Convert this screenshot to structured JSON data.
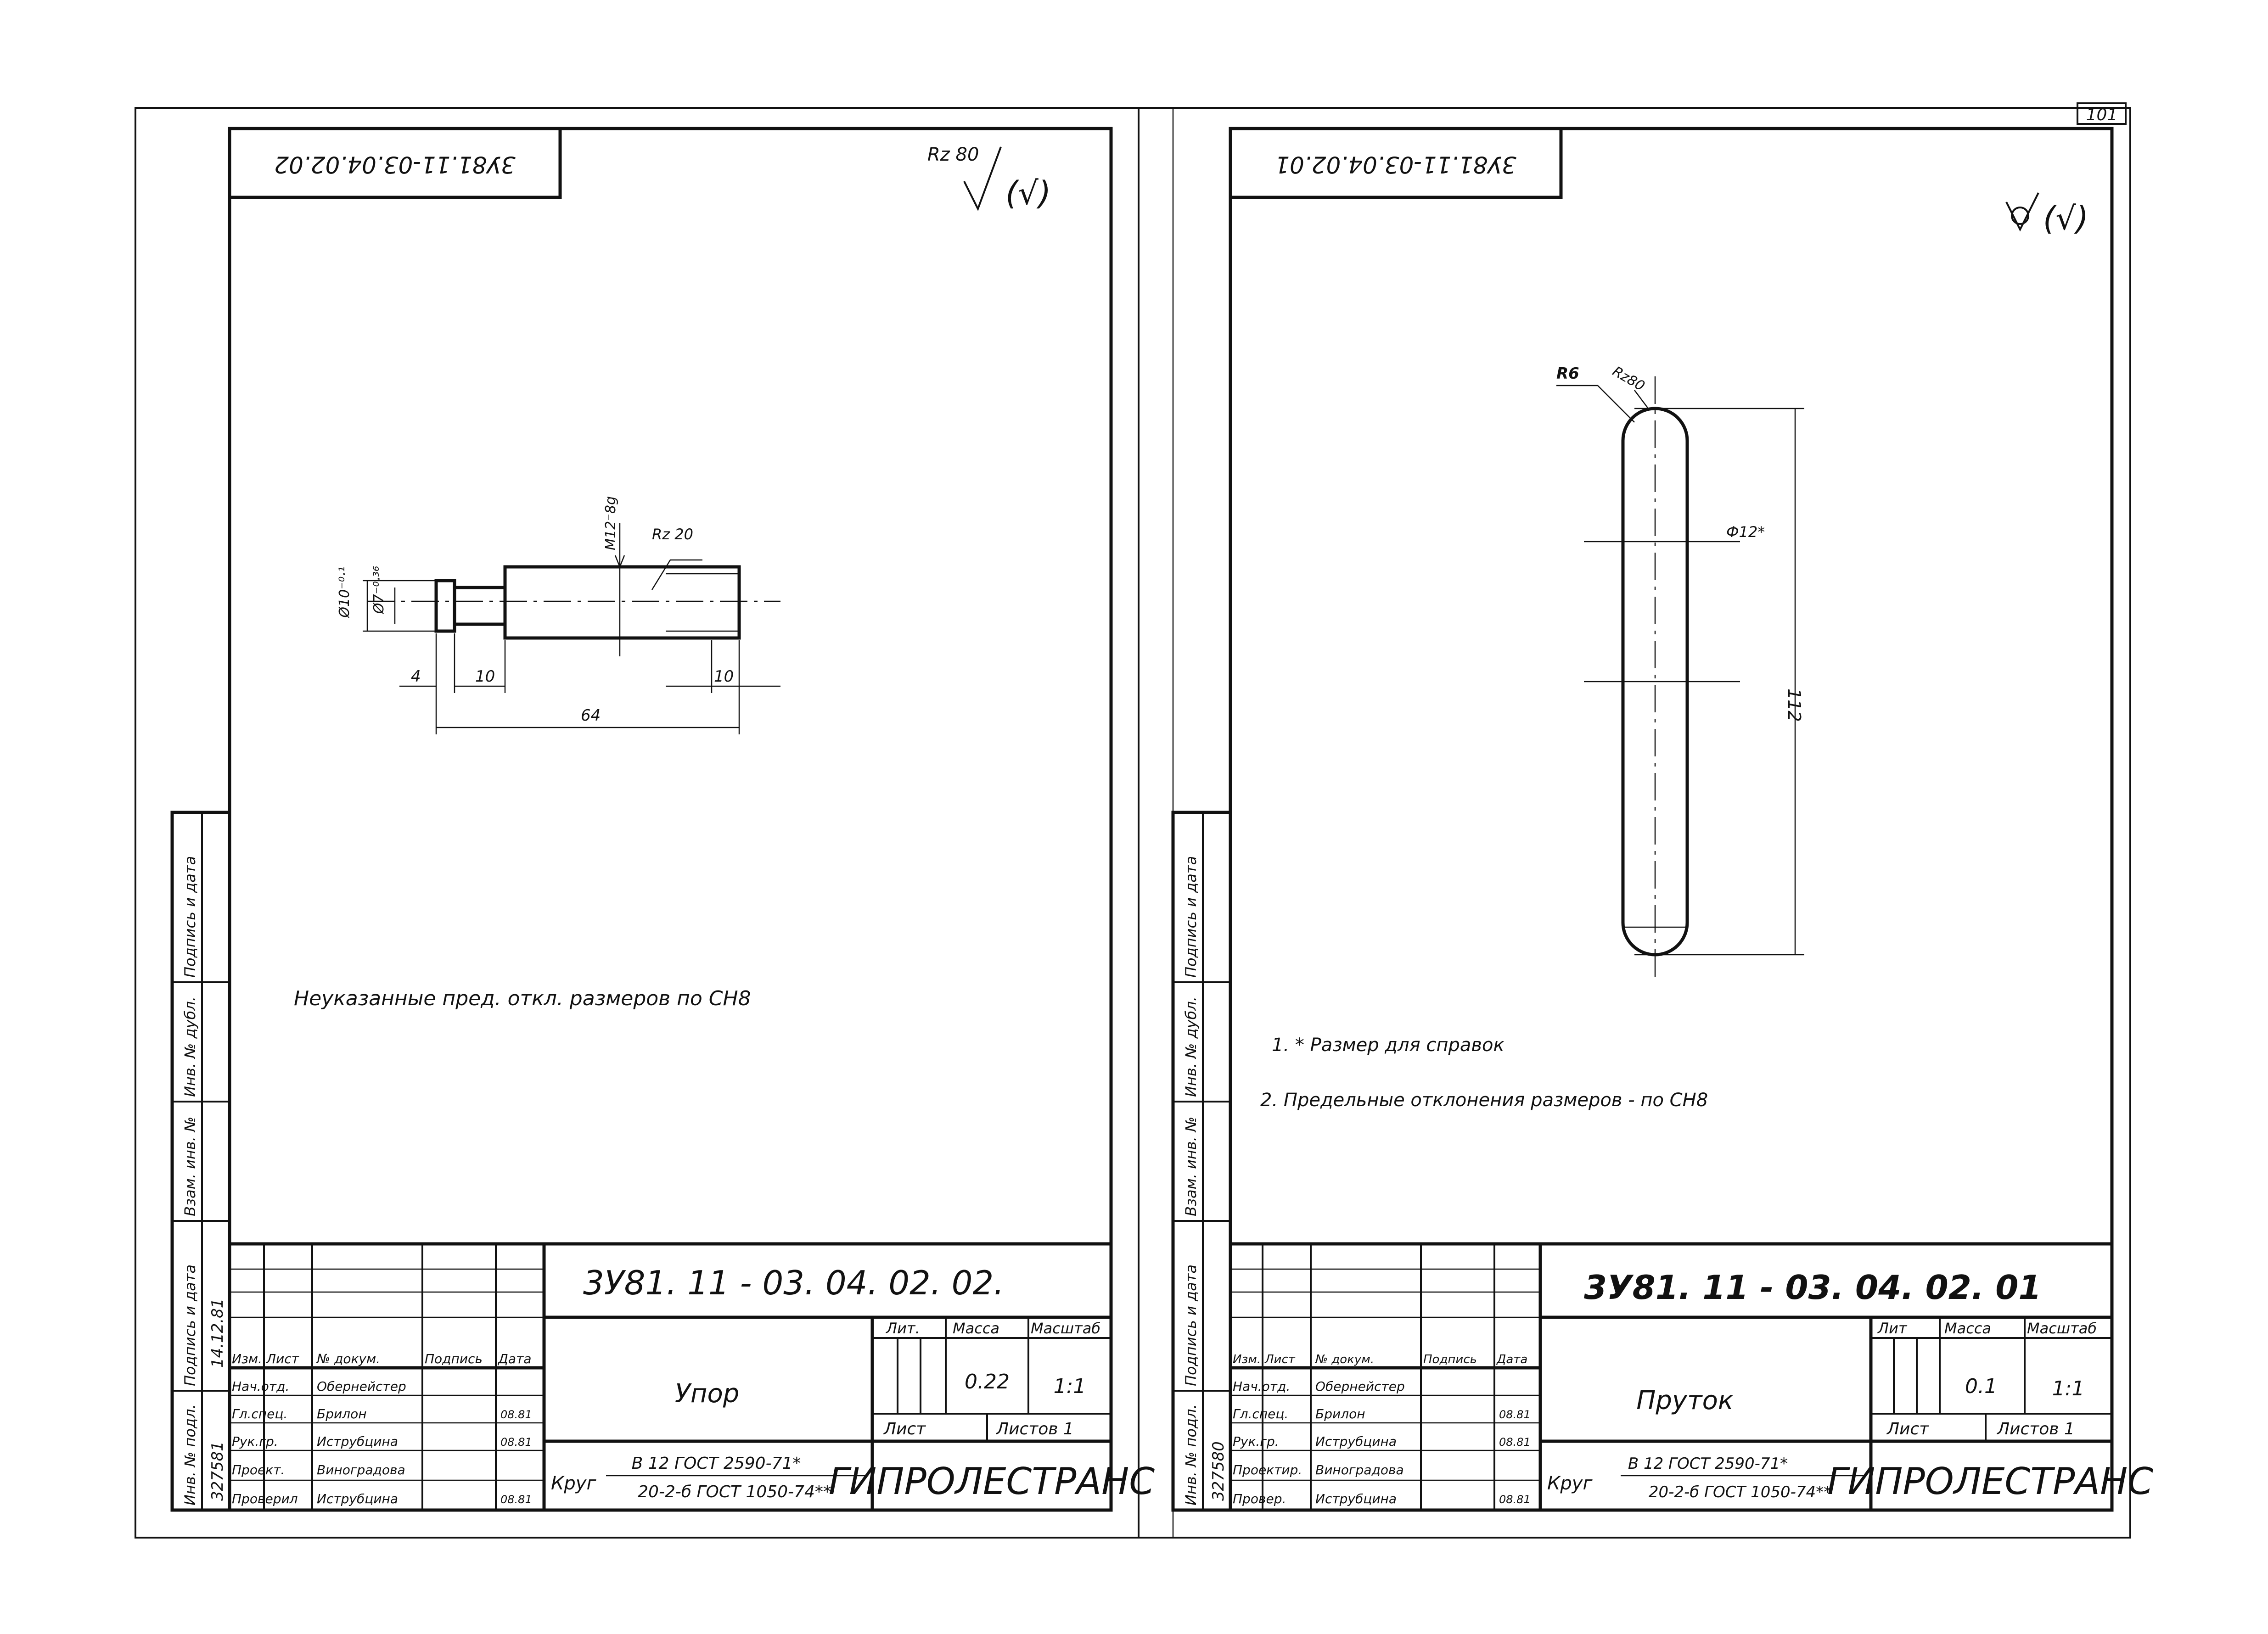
{
  "page_number": "101",
  "sheets": [
    {
      "id": "left",
      "corner_code": "3У81.11-03.04.02.02",
      "roughness_mark": "Rz 80",
      "roughness_suffix": "(√)",
      "drawing": {
        "dims": {
          "d10": "Ø10⁻⁰·¹",
          "d7": "Ø7⁻⁰·³⁶",
          "thread": "M12⁻8g",
          "rz": "Rz 20",
          "l4": "4",
          "l10a": "10",
          "l10b": "10",
          "l64": "64"
        }
      },
      "note": "Неуказанные пред. откл. размеров по СН8",
      "side_stamp": {
        "labels": [
          "Инв. № подл.",
          "Подпись и дата",
          "Взам. инв. №",
          "Инв. № дубл.",
          "Подпись и дата"
        ],
        "inv_number": "327581",
        "date_sign": "14.12.81"
      },
      "title_block": {
        "code": "3У81. 11 - 03. 04. 02. 02.",
        "headers": [
          "Изм.",
          "Лист",
          "№ докум.",
          "Подпись",
          "Дата"
        ],
        "rows": [
          {
            "role": "Нач.отд.",
            "name": "Обернейстер",
            "date": ""
          },
          {
            "role": "Гл.спец.",
            "name": "Брилон",
            "date": "08.81"
          },
          {
            "role": "Рук.гр.",
            "name": "Иструбцина",
            "date": "08.81"
          },
          {
            "role": "Проект.",
            "name": "Виноградова",
            "date": ""
          },
          {
            "role": "Проверил",
            "name": "Иструбцина",
            "date": "08.81"
          }
        ],
        "name": "Упор",
        "lit_label": "Лит.",
        "mass_label": "Масса",
        "scale_label": "Масштаб",
        "mass": "0.22",
        "scale": "1:1",
        "sheet_label": "Лист",
        "sheets_label": "Листов 1",
        "material_prefix": "Круг",
        "material_top": "В 12 ГОСТ 2590-71*",
        "material_bottom": "20-2-б ГОСТ 1050-74**",
        "org": "ГИПРОЛЕСТРАНС"
      }
    },
    {
      "id": "right",
      "corner_code": "3У81.11-03.04.02.01",
      "roughness_mark": "",
      "roughness_suffix": "(√)",
      "drawing": {
        "dims": {
          "r6": "R6",
          "rz80": "Rz80",
          "d12": "Ф12*",
          "l112": "112"
        }
      },
      "notes": [
        "1. * Размер для справок",
        "2. Предельные отклонения размеров - по СН8"
      ],
      "side_stamp": {
        "labels": [
          "Инв. № подл.",
          "Подпись и дата",
          "Взам. инв. №",
          "Инв. № дубл.",
          "Подпись и дата"
        ],
        "inv_number": "327580",
        "date_sign": ""
      },
      "title_block": {
        "code": "3У81. 11 - 03. 04. 02. 01",
        "headers": [
          "Изм.",
          "Лист",
          "№ докум.",
          "Подпись",
          "Дата"
        ],
        "rows": [
          {
            "role": "Нач.отд.",
            "name": "Обернейстер",
            "date": ""
          },
          {
            "role": "Гл.спец.",
            "name": "Брилон",
            "date": "08.81"
          },
          {
            "role": "Рук.гр.",
            "name": "Иструбцина",
            "date": "08.81"
          },
          {
            "role": "Проектир.",
            "name": "Виноградова",
            "date": ""
          },
          {
            "role": "Провер.",
            "name": "Иструбцина",
            "date": "08.81"
          }
        ],
        "name": "Пруток",
        "lit_label": "Лит",
        "mass_label": "Масса",
        "scale_label": "Масштаб",
        "mass": "0.1",
        "scale": "1:1",
        "sheet_label": "Лист",
        "sheets_label": "Листов 1",
        "material_prefix": "Круг",
        "material_top": "В 12 ГОСТ 2590-71*",
        "material_bottom": "20-2-б ГОСТ 1050-74**",
        "org": "ГИПРОЛЕСТРАНС"
      }
    }
  ]
}
